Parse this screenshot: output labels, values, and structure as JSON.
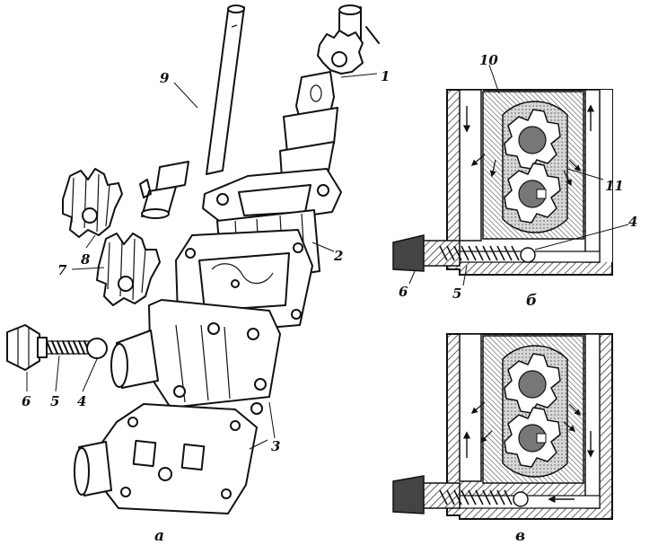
{
  "callouts": {
    "c1": "1",
    "c2": "2",
    "c3": "3",
    "c4": "4",
    "c5": "5",
    "c6": "6",
    "c7": "7",
    "c8": "8",
    "c9": "9",
    "c10": "10",
    "c11": "11"
  },
  "panel_b": {
    "c4": "4",
    "c5": "5",
    "c6": "6"
  },
  "captions": {
    "a": "а",
    "b": "б",
    "v": "в"
  }
}
